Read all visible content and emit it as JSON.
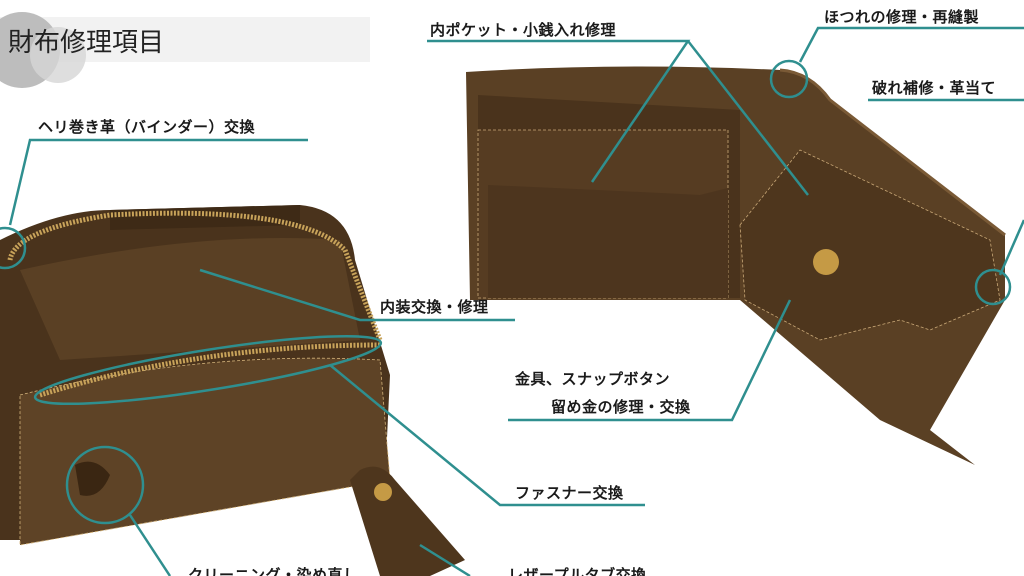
{
  "title": "財布修理項目",
  "labels": {
    "inner_pocket": "内ポケット・小銭入れ修理",
    "fraying": "ほつれの修理・再縫製",
    "tear": "破れ補修・革当て",
    "binder": "ヘリ巻き革（バインダー）交換",
    "lining": "内装交換・修理",
    "hardware_line1": "金具、スナップボタン",
    "hardware_line2": "留め金の修理・交換",
    "zipper": "ファスナー交換",
    "cleaning": "クリーニング・染め直し",
    "pull_tab": "レザープルタブ交換"
  },
  "colors": {
    "accent": "#2f8f8f",
    "leather": "#5a4024",
    "leather_dark": "#3e2a16",
    "zipper": "#c8a35a"
  }
}
